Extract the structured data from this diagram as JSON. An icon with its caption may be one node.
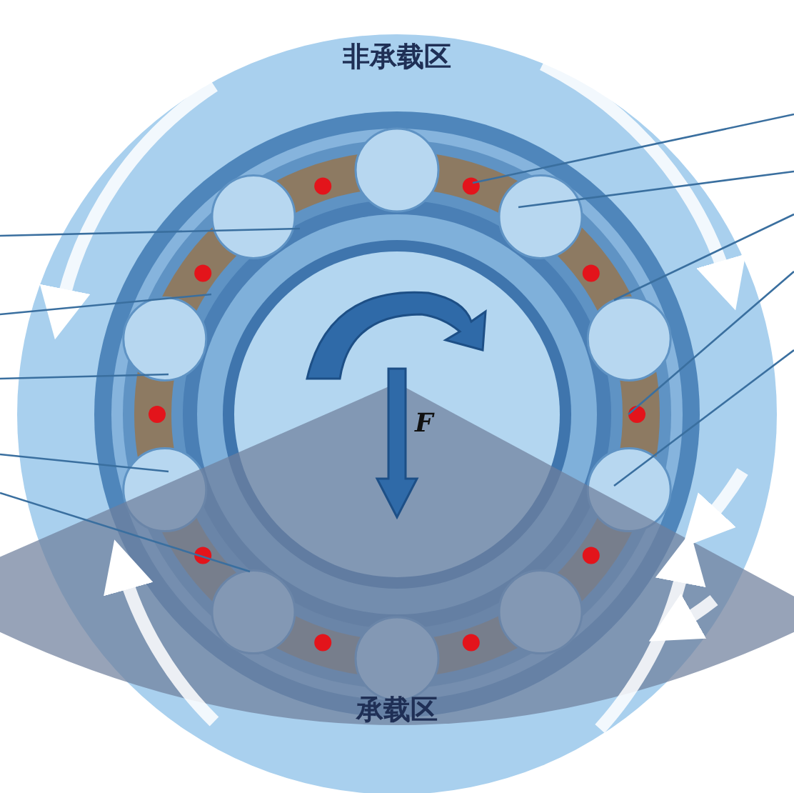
{
  "diagram": {
    "labels": [
      "非承载区",
      "F",
      "承载区"
    ]
  }
}
